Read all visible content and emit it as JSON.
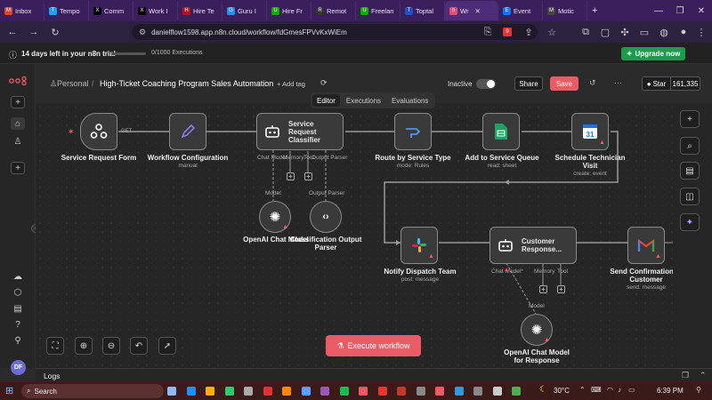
{
  "browser": {
    "tabs": [
      {
        "label": "Inbox",
        "color": "#d44638",
        "letter": "M"
      },
      {
        "label": "Tempo",
        "color": "#1da1f2",
        "letter": "T"
      },
      {
        "label": "Comm",
        "color": "#000000",
        "letter": "X"
      },
      {
        "label": "Work I",
        "color": "#000000",
        "letter": "X"
      },
      {
        "label": "Hire Te",
        "color": "#b5121b",
        "letter": "H"
      },
      {
        "label": "Guru I",
        "color": "#2a8af0",
        "letter": "G"
      },
      {
        "label": "Hire Fr",
        "color": "#14a800",
        "letter": "U"
      },
      {
        "label": "Remot",
        "color": "#333333",
        "letter": "R"
      },
      {
        "label": "Freelan",
        "color": "#14a800",
        "letter": "U"
      },
      {
        "label": "Toptal",
        "color": "#204ecf",
        "letter": "T"
      },
      {
        "label": "Wr",
        "color": "#ea4b71",
        "letter": "n"
      },
      {
        "label": "Event",
        "color": "#1a73e8",
        "letter": "E"
      },
      {
        "label": "Motic",
        "color": "#444444",
        "letter": "M"
      }
    ],
    "url": "danielflow1598.app.n8n.cloud/workflow/fdGmesFPVvKxWiEm",
    "ext_badge": "9"
  },
  "trial": {
    "message": "14 days left in your n8n trial",
    "executions": "0/1000 Executions",
    "upgrade_label": "Upgrade now"
  },
  "header": {
    "breadcrumb": "Personal",
    "title": "High-Ticket Coaching Program Sales Automation",
    "add_tag": "+ Add tag",
    "status": "Inactive",
    "share": "Share",
    "save": "Save",
    "star_label": "Star",
    "star_count": "161,335",
    "tabs": [
      "Editor",
      "Executions",
      "Evaluations"
    ]
  },
  "nodes": {
    "trigger": {
      "label": "Service Request Form"
    },
    "config": {
      "label": "Workflow Configuration",
      "sub": "manual"
    },
    "classifier": {
      "label": "Service Request Classifier",
      "port1": "Chat Model",
      "port2": "Memory",
      "port3": "Tool",
      "port4": "Output Parser"
    },
    "route": {
      "label": "Route by Service Type",
      "sub": "mode: Rules"
    },
    "queue": {
      "label": "Add to Service Queue",
      "sub": "read: sheet"
    },
    "schedule": {
      "label1": "Schedule Technician",
      "label2": "Visit",
      "sub": "create: event"
    },
    "openai1": {
      "label": "OpenAI Chat Model",
      "port": "Model"
    },
    "parser": {
      "label1": "Classification Output",
      "label2": "Parser",
      "port": "Output Parser"
    },
    "slack": {
      "label": "Notify Dispatch Team",
      "sub": "post: message"
    },
    "customer": {
      "label1": "Customer",
      "label2": "Response...",
      "port1": "Chat Model*",
      "port2": "Memory",
      "port3": "Tool"
    },
    "gmail": {
      "label1": "Send Confirmation to",
      "label2": "Customer",
      "sub": "send: message"
    },
    "openai2": {
      "label1": "OpenAI Chat Model",
      "label2": "for Response",
      "port": "Model"
    },
    "edge_get": "GET"
  },
  "canvas": {
    "execute_label": "Execute workflow"
  },
  "logs": {
    "label": "Logs"
  },
  "user": {
    "initials": "DF"
  },
  "taskbar": {
    "search": "Search",
    "temp": "30°C",
    "time": "6:39 PM"
  },
  "colors": {
    "accent": "#ea5b66",
    "upgrade": "#1f9c4b",
    "sheets": "#1ea362",
    "slack_bg": "#3a3a3a",
    "gmail": "#ea4335"
  }
}
